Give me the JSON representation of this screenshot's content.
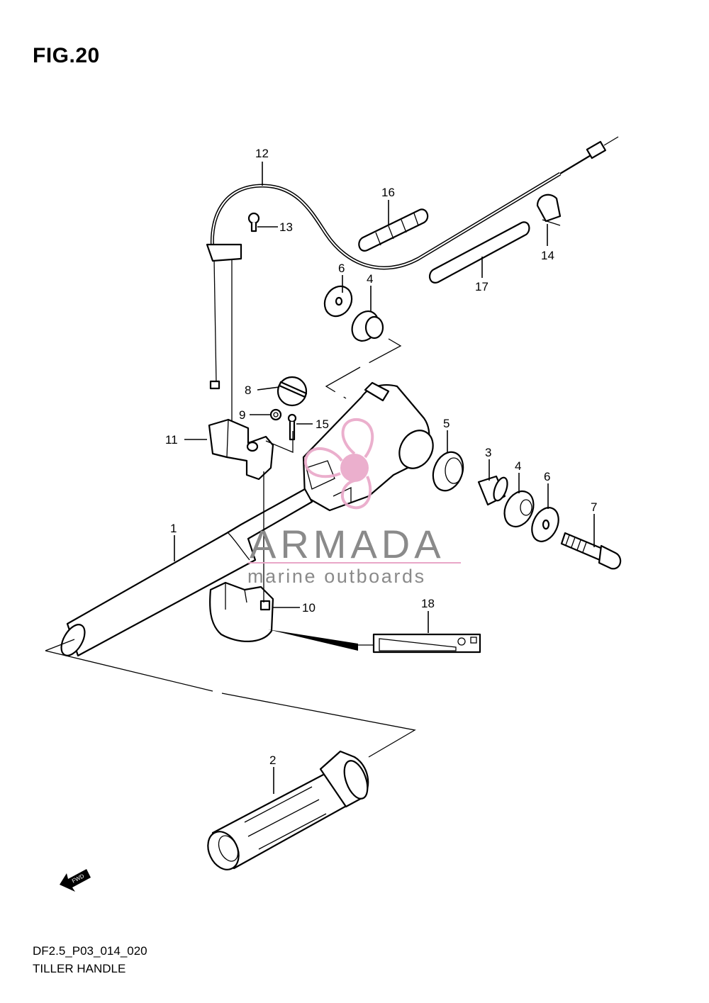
{
  "figure": {
    "title": "FIG.20",
    "code": "DF2.5_P03_014_020",
    "caption": "TILLER HANDLE"
  },
  "watermark": {
    "name": "ARMADA",
    "tagline": "marine outboards",
    "logo_color": "#e9a7c8",
    "text_color": "#8a8a8a"
  },
  "fwd_arrow": {
    "label": "FWD",
    "icon": "fwd-arrow-icon"
  },
  "callouts": [
    {
      "label": "1"
    },
    {
      "label": "2"
    },
    {
      "label": "3"
    },
    {
      "label": "4"
    },
    {
      "label": "4"
    },
    {
      "label": "5"
    },
    {
      "label": "6"
    },
    {
      "label": "6"
    },
    {
      "label": "7"
    },
    {
      "label": "8"
    },
    {
      "label": "9"
    },
    {
      "label": "10"
    },
    {
      "label": "11"
    },
    {
      "label": "12"
    },
    {
      "label": "13"
    },
    {
      "label": "14"
    },
    {
      "label": "15"
    },
    {
      "label": "16"
    },
    {
      "label": "17"
    },
    {
      "label": "18"
    }
  ]
}
